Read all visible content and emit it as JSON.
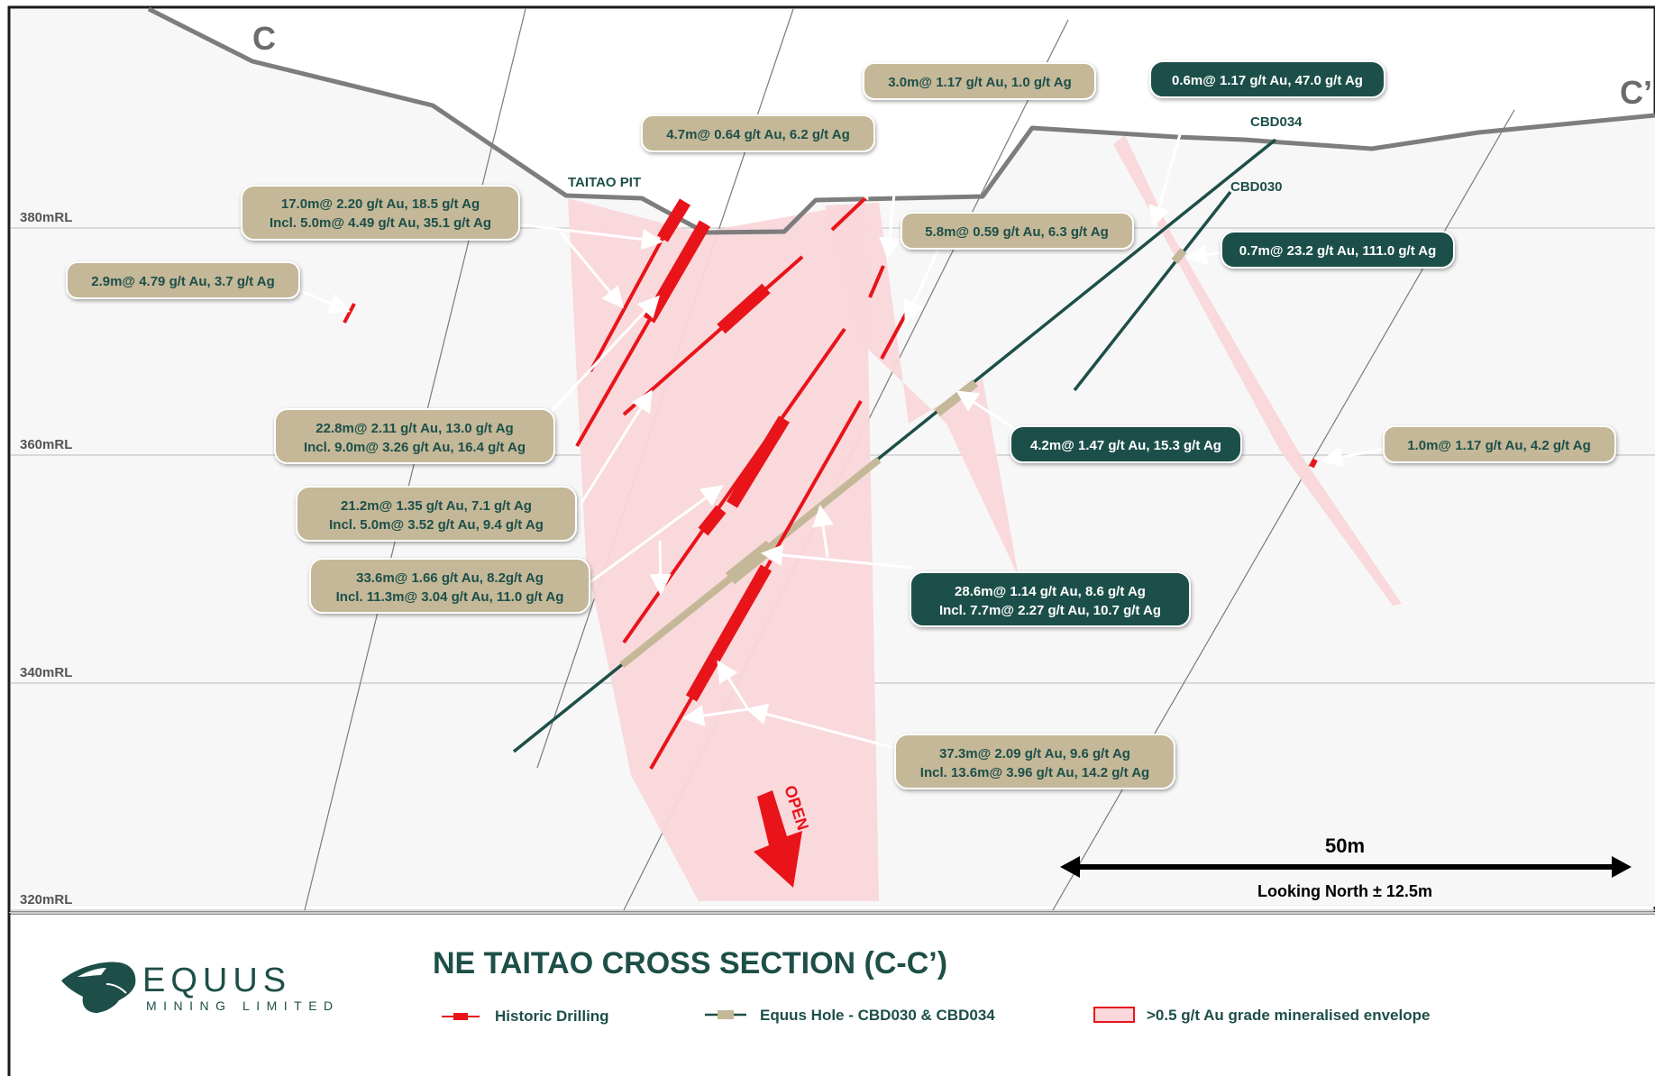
{
  "section": {
    "section_letter_left": "C",
    "section_letter_right": "C’",
    "rl_labels": [
      "380mRL",
      "360mRL",
      "340mRL",
      "320mRL"
    ],
    "pit_label": "TAITAO PIT",
    "hole_cbd034": "CBD034",
    "hole_cbd030": "CBD030",
    "open_label": "OPEN",
    "scale_label": "50m",
    "looking_label": "Looking North ± 12.5m"
  },
  "intercepts": {
    "i01": {
      "l1": "3.0m@ 1.17 g/t Au, 1.0 g/t Ag"
    },
    "i02": {
      "l1": "0.6m@ 1.17 g/t Au, 47.0 g/t Ag"
    },
    "i03": {
      "l1": "4.7m@ 0.64 g/t Au, 6.2 g/t Ag"
    },
    "i04": {
      "l1": "17.0m@ 2.20 g/t Au, 18.5 g/t Ag",
      "l2": "Incl. 5.0m@ 4.49 g/t Au, 35.1 g/t Ag"
    },
    "i05": {
      "l1": "5.8m@ 0.59 g/t Au, 6.3 g/t Ag"
    },
    "i06": {
      "l1": "0.7m@ 23.2 g/t Au, 111.0 g/t Ag"
    },
    "i07": {
      "l1": "2.9m@ 4.79 g/t Au, 3.7 g/t Ag"
    },
    "i08": {
      "l1": "22.8m@ 2.11 g/t Au, 13.0 g/t Ag",
      "l2": "Incl. 9.0m@ 3.26 g/t Au, 16.4 g/t Ag"
    },
    "i09": {
      "l1": "4.2m@ 1.47 g/t Au, 15.3 g/t Ag"
    },
    "i10": {
      "l1": "1.0m@ 1.17 g/t Au, 4.2 g/t Ag"
    },
    "i11": {
      "l1": "21.2m@ 1.35 g/t Au, 7.1 g/t Ag",
      "l2": "Incl. 5.0m@ 3.52 g/t Au, 9.4 g/t Ag"
    },
    "i12": {
      "l1": "33.6m@ 1.66 g/t Au, 8.2g/t Ag",
      "l2": "Incl. 11.3m@ 3.04 g/t Au, 11.0 g/t Ag"
    },
    "i13": {
      "l1": "28.6m@ 1.14 g/t Au, 8.6 g/t Ag",
      "l2": "Incl. 7.7m@ 2.27 g/t Au, 10.7 g/t Ag"
    },
    "i14": {
      "l1": "37.3m@ 2.09 g/t Au, 9.6 g/t Ag",
      "l2": "Incl. 13.6m@ 3.96 g/t Au, 14.2 g/t Ag"
    }
  },
  "footer": {
    "logo_name": "EQUUS",
    "logo_sub": "MINING LIMITED",
    "title": "NE TAITAO CROSS SECTION (C-C’)",
    "legend_historic": "Historic Drilling",
    "legend_equus": "Equus Hole - CBD030 & CBD034",
    "legend_envelope": ">0.5 g/t Au grade mineralised envelope"
  },
  "colors": {
    "dark_teal": "#1d4f48",
    "tan": "#c4b898",
    "red": "#e8141a",
    "envelope": "#f9d7da",
    "topo": "#808080"
  }
}
